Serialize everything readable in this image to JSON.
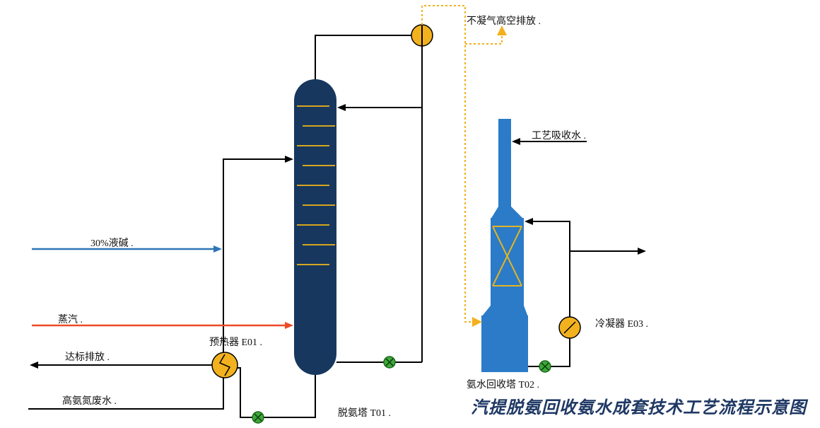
{
  "title": {
    "text": "汽提脱氨回收氨水成套技术工艺流程示意图"
  },
  "streams": {
    "vent": "不凝气高空排放 .",
    "process_water": "工艺吸收水 .",
    "caustic": "30%液碱 .",
    "steam": "蒸汽 .",
    "discharge": "达标排放 .",
    "wastewater": "高氨氮废水 ."
  },
  "equipment": {
    "preheater": "预热器 E01 .",
    "stripper": "脱氨塔 T01 .",
    "recovery": "氨水回收塔 T02 .",
    "condenser_e03": "冷凝器 E03 ."
  },
  "icons": {
    "valve": "crossed-circle-valve-icon",
    "heat_exchanger": "circle-zigzag-icon",
    "condenser": "circle-diagonal-icon",
    "packing": "x-cross-packing"
  },
  "colors": {
    "t01_fill": "#17375E",
    "t02_fill": "#2B7BC8",
    "equipment_yellow": "#F2B11E",
    "tray_yellow": "#D6A51F",
    "valve_green": "#3FA73A",
    "steam_line": "#EE4B26",
    "caustic_line": "#2E75B6",
    "vent_dotted": "#F2B01E",
    "pipe_black": "#000000",
    "title_color": "#1F3864"
  }
}
